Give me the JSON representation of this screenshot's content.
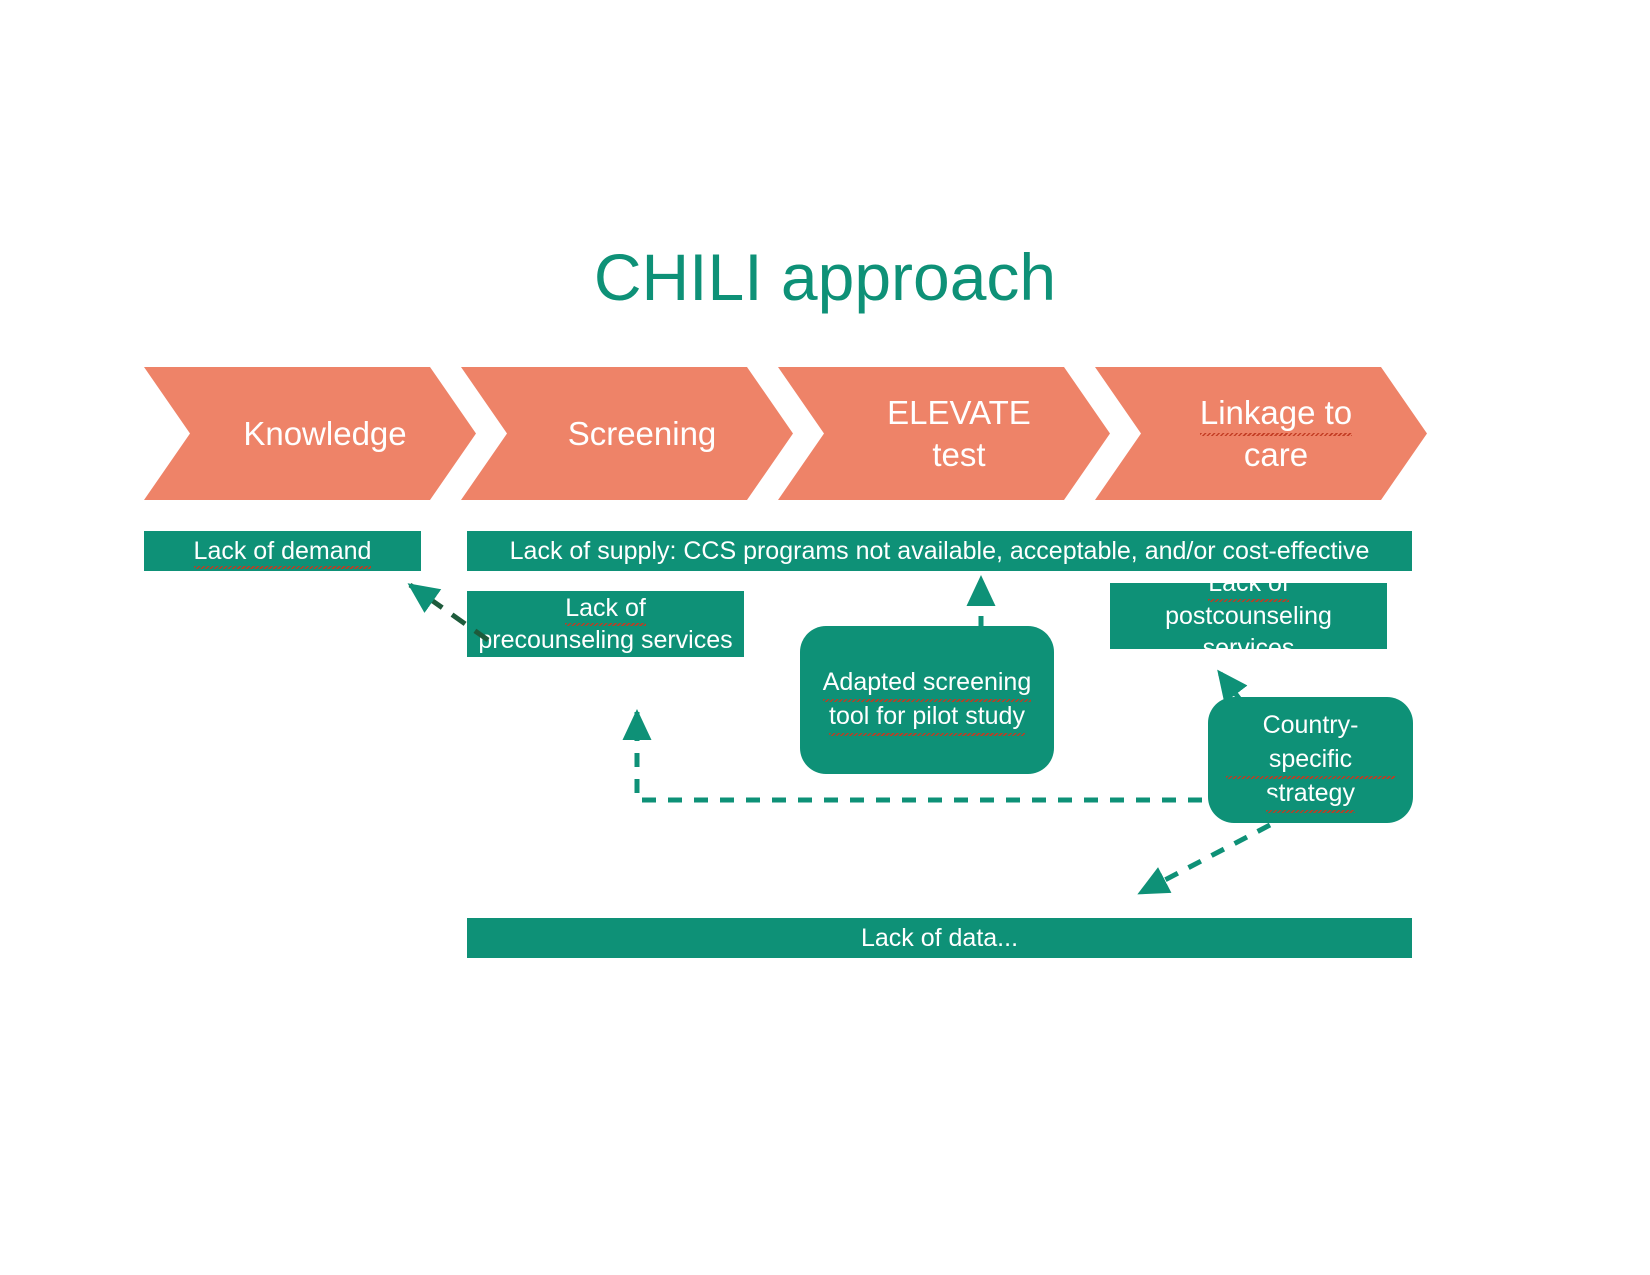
{
  "page": {
    "title": "CHILI approach",
    "background_color": "#ffffff"
  },
  "colors": {
    "title_teal": "#0e9177",
    "chevron_salmon": "#ee8368",
    "bar_green": "#0e9177",
    "text_white": "#ffffff",
    "spellcheck_red": "#c23b22",
    "arrow_green": "#0e9177"
  },
  "process_chevrons": {
    "items": [
      {
        "label": "Knowledge",
        "line1": "Knowledge",
        "line2": ""
      },
      {
        "label": "Screening",
        "line1": "Screening",
        "line2": ""
      },
      {
        "label": "ELEVATE test",
        "line1": "ELEVATE",
        "line2": "test"
      },
      {
        "label": "Linkage to care",
        "line1": "Linkage to",
        "line2": "care"
      }
    ]
  },
  "barriers": {
    "demand": "Lack of demand",
    "supply": "Lack of supply: CCS programs not available, acceptable, and/or cost-effective",
    "precounseling_line1": "Lack of",
    "precounseling_line2": "precounseling services",
    "postcounseling_line1": "Lack of",
    "postcounseling_line2": "postcounseling services",
    "data": "Lack of data..."
  },
  "solutions": {
    "tool_line1": "Adapted screening",
    "tool_line2": "tool for pilot study",
    "country_line1": "Country-specific",
    "country_line2": "strategy"
  },
  "connectors": [
    {
      "name": "tool-to-supply",
      "from": "Adapted screening tool for pilot study",
      "to": "Lack of supply bar",
      "style": "dashed",
      "direction": "up"
    },
    {
      "name": "country-to-postcounseling",
      "from": "Country-specific strategy",
      "to": "Lack of postcounseling services",
      "style": "dashed",
      "direction": "up-left"
    },
    {
      "name": "country-to-precounseling",
      "from": "Country-specific strategy",
      "to": "Lack of precounseling services",
      "style": "dashed",
      "direction": "left-then-up"
    },
    {
      "name": "country-to-data",
      "from": "Country-specific strategy",
      "to": "Lack of data...",
      "style": "dashed",
      "direction": "down-left"
    },
    {
      "name": "precounseling-to-demand",
      "from": "Lack of precounseling services area",
      "to": "Lack of demand",
      "style": "dashed",
      "direction": "up-left"
    }
  ]
}
